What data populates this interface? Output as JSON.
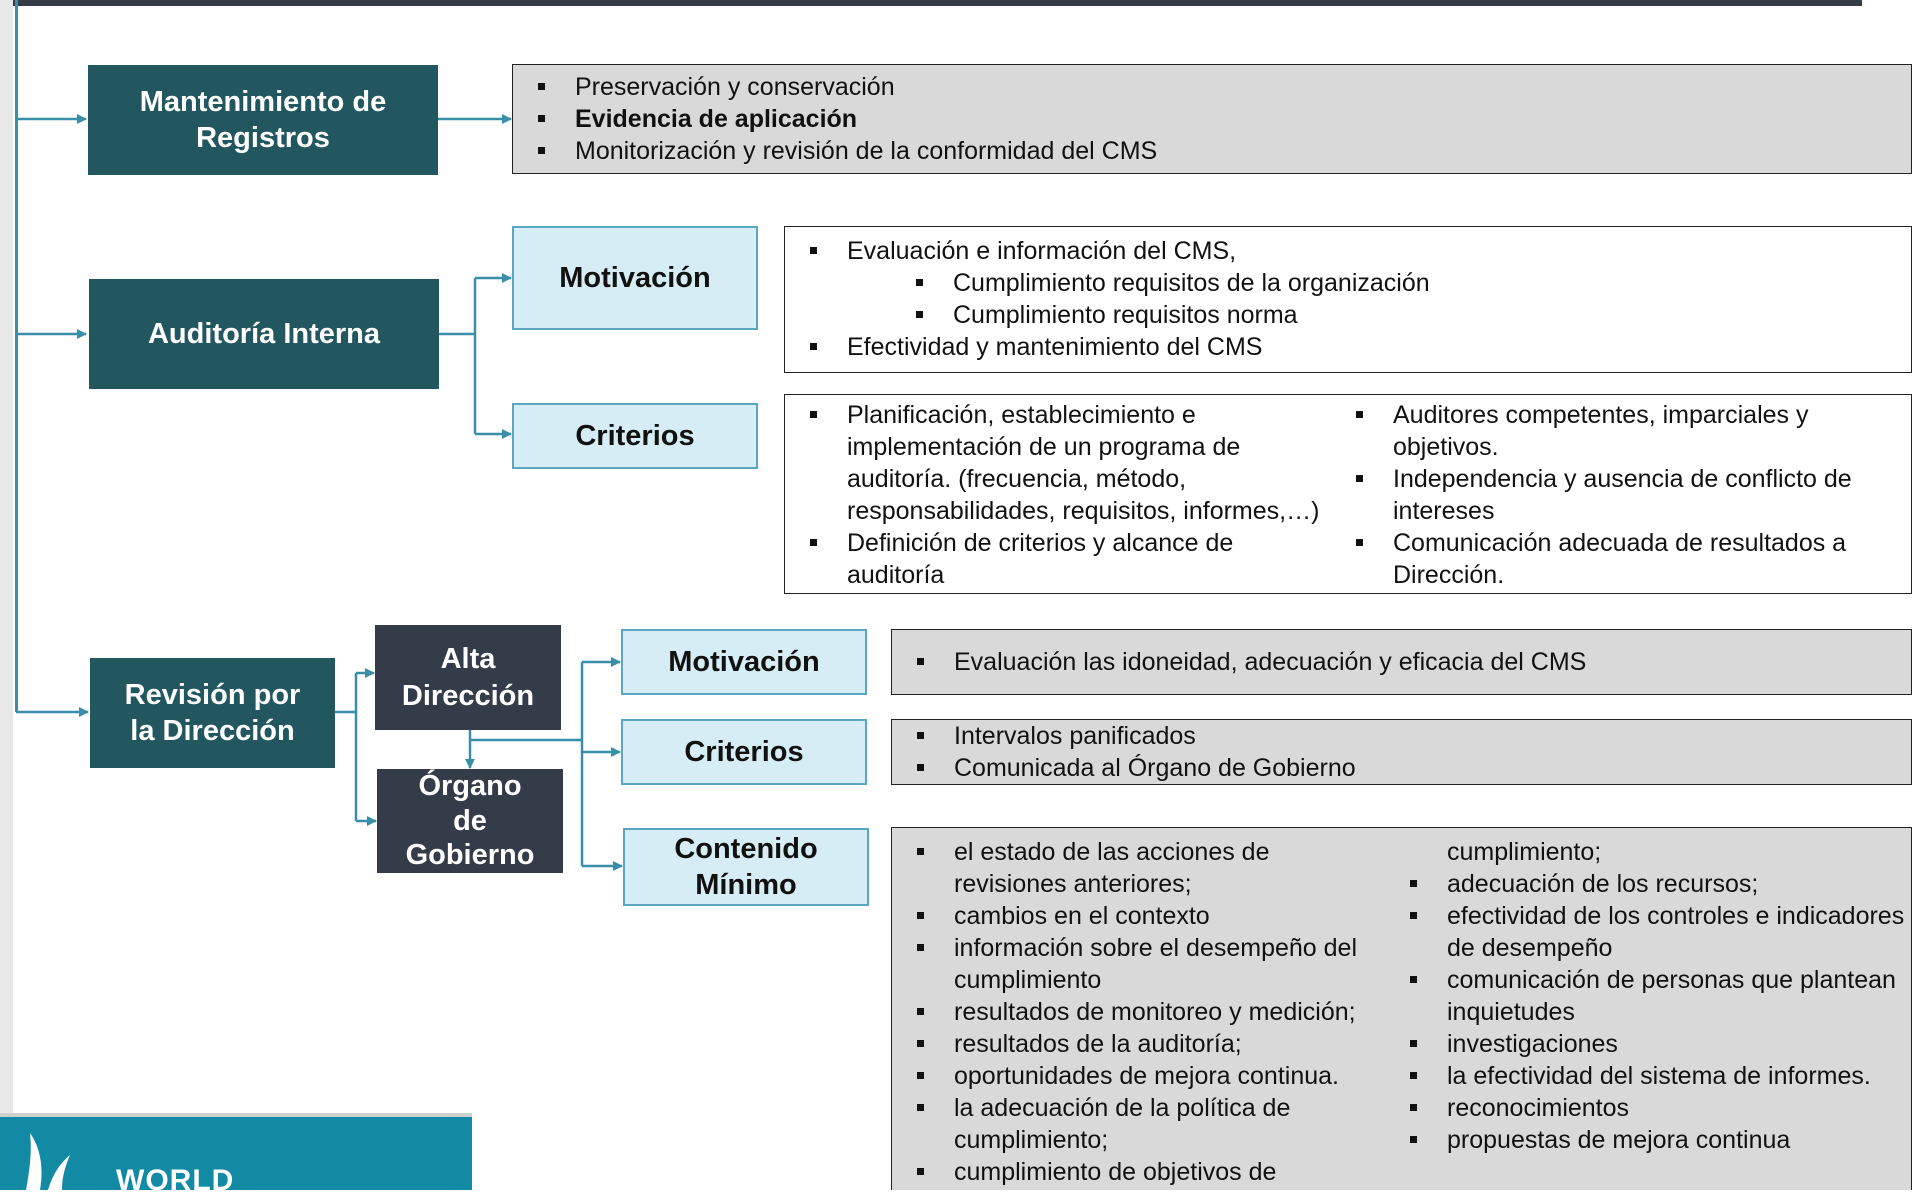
{
  "diagram": {
    "mantenimiento": {
      "title": "Mantenimiento de Registros",
      "items": [
        "Preservación y conservación",
        "Evidencia de aplicación",
        "Monitorización y revisión de la conformidad del CMS"
      ]
    },
    "auditoria": {
      "title": "Auditoría Interna",
      "motivacion": {
        "label": "Motivación",
        "items": [
          "Evaluación e información del CMS,",
          "Cumplimiento requisitos de la organización",
          "Cumplimiento requisitos norma",
          "Efectividad y mantenimiento del CMS"
        ]
      },
      "criterios": {
        "label": "Criterios",
        "left": [
          "Planificación, establecimiento e implementación de un programa de auditoría. (frecuencia, método, responsabilidades, requisitos, informes,…)",
          "Definición de criterios y alcance de auditoría"
        ],
        "right": [
          "Auditores competentes, imparciales y objetivos.",
          "Independencia y ausencia de conflicto de intereses",
          "Comunicación adecuada de resultados a Dirección."
        ]
      }
    },
    "revision": {
      "title": "Revisión por la Dirección",
      "alta": "Alta Dirección",
      "organo": "Órgano de Gobierno",
      "motivacion": {
        "label": "Motivación",
        "items": [
          "Evaluación las idoneidad, adecuación y eficacia del CMS"
        ]
      },
      "criterios": {
        "label": "Criterios",
        "items": [
          "Intervalos panificados",
          "Comunicada al Órgano de Gobierno"
        ]
      },
      "contenido": {
        "label": "Contenido Mínimo",
        "left": [
          "el estado de las acciones de revisiones anteriores;",
          "cambios en el contexto",
          "información sobre el desempeño del cumplimiento",
          "resultados de monitoreo y medición;",
          "resultados de la auditoría;",
          "oportunidades de mejora continua.",
          "la adecuación de la política de cumplimiento;",
          "cumplimiento de objetivos de"
        ],
        "right_continuation": "cumplimiento;",
        "right": [
          "adecuación de los recursos;",
          "efectividad de los controles e indicadores de desempeño",
          "comunicación de personas que plantean inquietudes",
          "investigaciones",
          "la efectividad del sistema de informes.",
          "reconocimientos",
          "propuestas de mejora continua"
        ]
      }
    }
  },
  "logo": {
    "text": "WORLD"
  },
  "colors": {
    "teal": "#22575f",
    "dark": "#333c48",
    "light_box": "#d6edf5",
    "connector": "#3a8fa8",
    "panel_grey": "#d9d9d9"
  }
}
